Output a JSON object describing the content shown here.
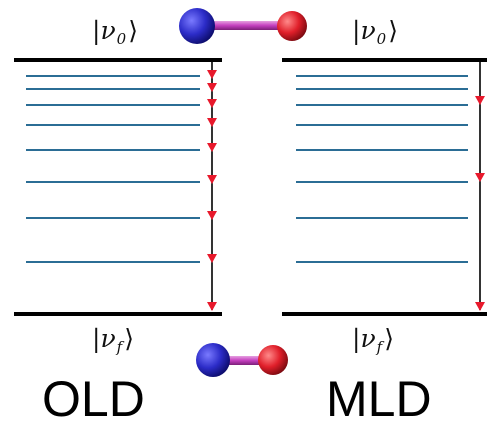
{
  "top_left_state": {
    "symbol": "ν",
    "sub": "0"
  },
  "top_right_state": {
    "symbol": "ν",
    "sub": "0"
  },
  "bottom_left_state": {
    "symbol": "ν",
    "sub": "f"
  },
  "bottom_right_state": {
    "symbol": "ν",
    "sub": "f"
  },
  "left_panel_label": "OLD",
  "right_panel_label": "MLD",
  "colors": {
    "level_line": "#2b6d95",
    "border_line": "#000000",
    "arrow_line": "#000000",
    "arrow_head": "#e8192c",
    "atom_blue": "#2c2cc8",
    "atom_red": "#e01f2a",
    "bond": "#c43fbf"
  },
  "icons": [
    "molecule-top-icon",
    "molecule-bottom-icon"
  ]
}
